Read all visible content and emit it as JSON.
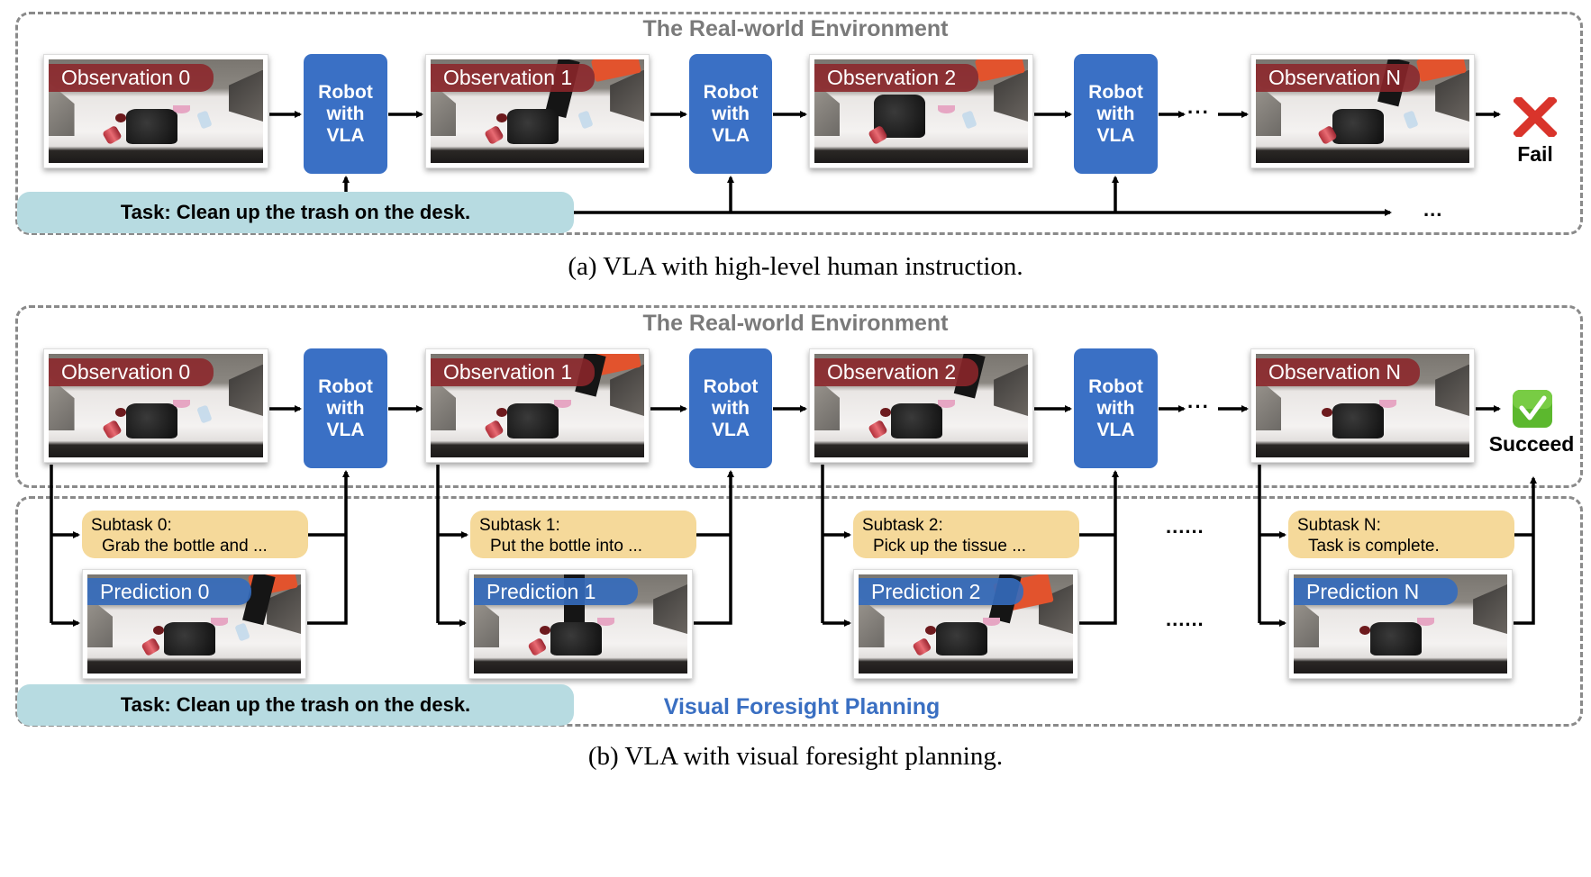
{
  "panel_a": {
    "env_title": "The Real-world Environment",
    "observations": [
      "Observation 0",
      "Observation 1",
      "Observation 2",
      "Observation N"
    ],
    "robot_label": [
      "Robot",
      "with",
      "VLA"
    ],
    "task": "Task: Clean up the trash on the desk.",
    "ellipsis_inline": "···",
    "ellipsis_task": "...",
    "result_icon": "cross-mark-icon",
    "result_label": "Fail",
    "caption": "(a) VLA with high-level human instruction."
  },
  "panel_b": {
    "env_title": "The Real-world Environment",
    "observations": [
      "Observation 0",
      "Observation 1",
      "Observation 2",
      "Observation N"
    ],
    "robot_label": [
      "Robot",
      "with",
      "VLA"
    ],
    "task": "Task: Clean up the trash on the desk.",
    "ellipsis_inline": "···",
    "result_icon": "check-mark-icon",
    "result_label": "Succeed",
    "subtasks": [
      {
        "title": "Subtask 0:",
        "text": "Grab the bottle and ..."
      },
      {
        "title": "Subtask 1:",
        "text": "Put the bottle into ..."
      },
      {
        "title": "Subtask 2:",
        "text": "Pick up the tissue ..."
      },
      {
        "title": "Subtask N:",
        "text": "Task is complete."
      }
    ],
    "predictions": [
      "Prediction 0",
      "Prediction 1",
      "Prediction 2",
      "Prediction N"
    ],
    "gap_dots": "......",
    "planning_label": "Visual Foresight Planning",
    "caption": "(b) VLA with visual foresight planning."
  },
  "colors": {
    "robot_box": "#3a70c5",
    "observation_tag": "#8c262a",
    "prediction_tag": "#346cbe",
    "task_box": "#b7dbe1",
    "subtask_box": "#f5d99a",
    "planning_label": "#3a6fc2",
    "fail": "#d9342b",
    "succeed": "#5cb82e"
  }
}
